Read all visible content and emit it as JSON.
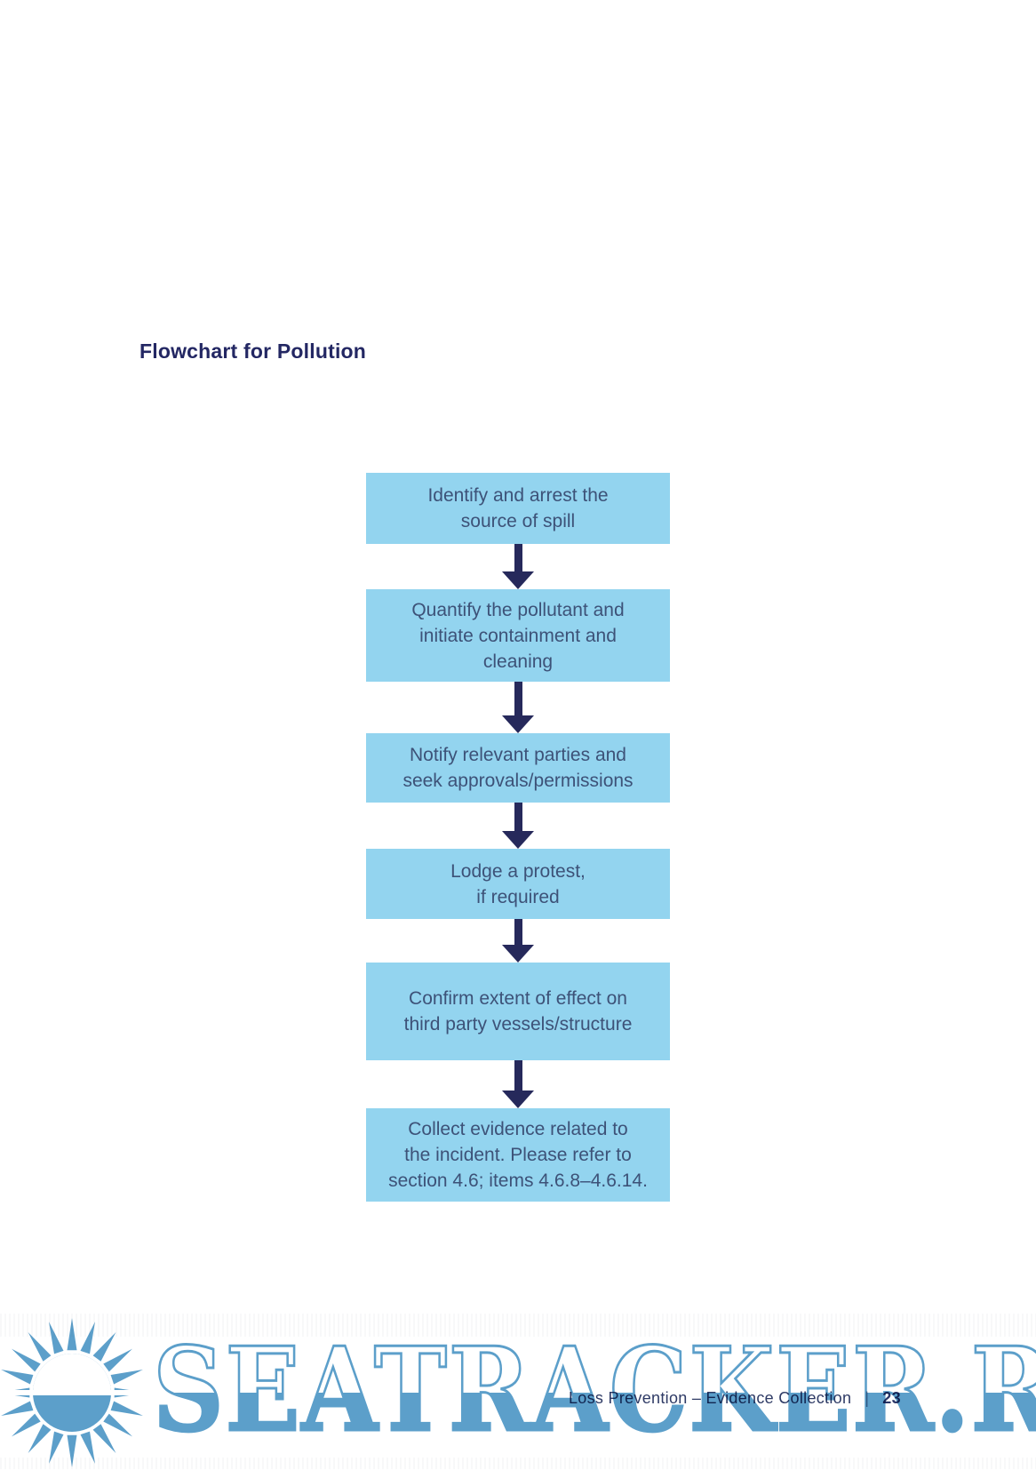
{
  "page": {
    "title": "Flowchart for Pollution",
    "footer": {
      "label": "Loss Prevention – Evidence Collection",
      "separator": "|",
      "page_number": "23"
    }
  },
  "flowchart": {
    "boxes": [
      {
        "text": "Identify and arrest the\nsource of spill"
      },
      {
        "text": "Quantify the pollutant and\ninitiate containment and\ncleaning"
      },
      {
        "text": "Notify relevant parties and\nseek approvals/permissions"
      },
      {
        "text": "Lodge a protest,\nif required"
      },
      {
        "text": "Confirm extent of effect on\nthird party vessels/structure"
      },
      {
        "text": "Collect evidence related to\nthe incident. Please refer to\nsection 4.6; items 4.6.8–4.6.14."
      }
    ]
  },
  "watermark": {
    "text": "SEATRACKER.RU",
    "logo": "sunburst-logo"
  },
  "colors": {
    "box_fill": "#93D4EF",
    "box_text": "#3D5278",
    "arrow": "#26295B",
    "title_text": "#232763",
    "footer_text": "#2E3A65",
    "watermark_blue": "#4E97C6"
  }
}
